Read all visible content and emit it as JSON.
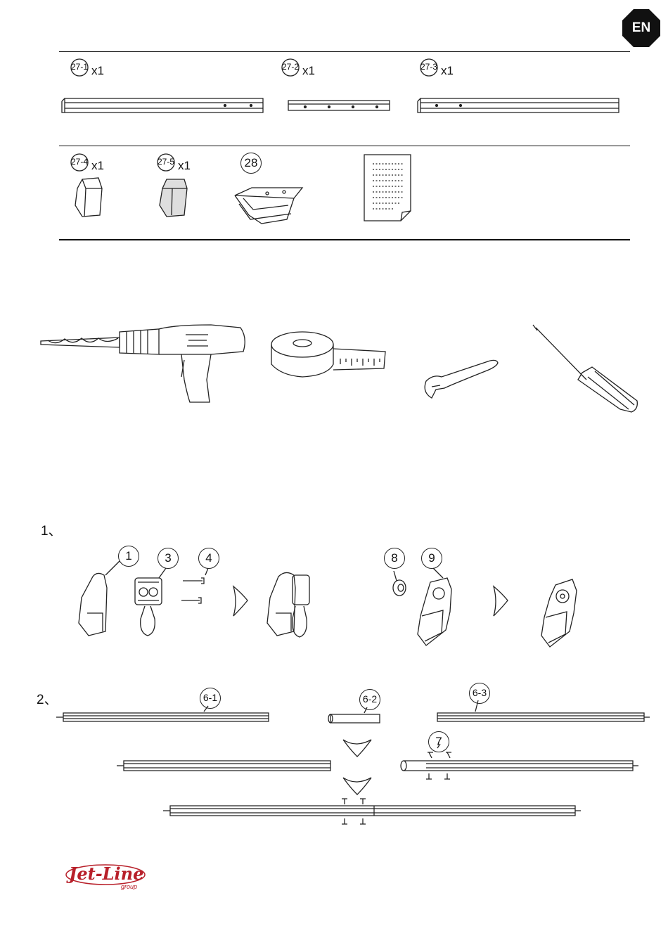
{
  "language_badge": "EN",
  "parts_top_row": [
    {
      "code": "27-1",
      "qty": "x1"
    },
    {
      "code": "27-2",
      "qty": "x1"
    },
    {
      "code": "27-3",
      "qty": "x1"
    }
  ],
  "parts_second_row": [
    {
      "code": "27-4",
      "qty": "x1"
    },
    {
      "code": "27-5",
      "qty": "x1"
    },
    {
      "code": "28",
      "qty": ""
    }
  ],
  "step1": {
    "label": "1、",
    "callouts": [
      "1",
      "3",
      "4",
      "8",
      "9"
    ]
  },
  "step2": {
    "label": "2、",
    "callouts": [
      "6-1",
      "6-2",
      "6-3",
      "7"
    ]
  },
  "logo": {
    "brand": "Jet-Line",
    "sub": "group"
  },
  "colors": {
    "badge": "#111111",
    "logo": "#b8202a",
    "line": "#111111"
  }
}
